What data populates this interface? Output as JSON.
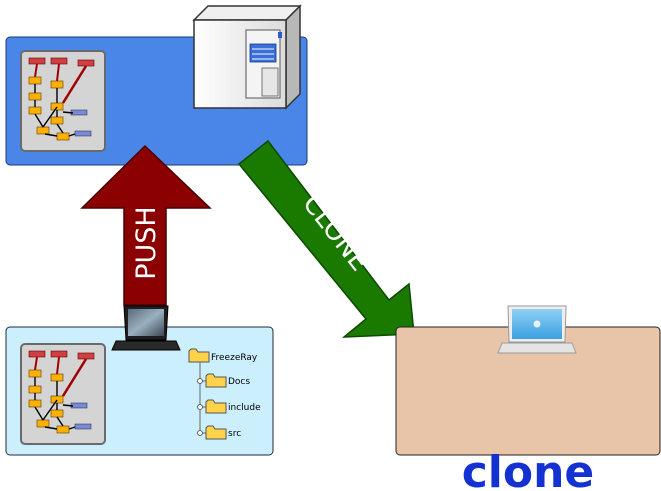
{
  "arrows": {
    "push_label": "PUSH",
    "clone_label": "CLONE"
  },
  "local": {
    "tree": {
      "root": "FreezeRay",
      "children": [
        "Docs",
        "include",
        "src"
      ]
    }
  },
  "caption": "clone",
  "colors": {
    "remote_box": "#4a86e8",
    "local_box": "#cceffd",
    "clone_box": "#e8c4a8",
    "push_arrow": "#8b0000",
    "clone_arrow": "#1a7a00",
    "caption": "#1432d2",
    "folder": "#ffd24a"
  },
  "icons": [
    "server-icon",
    "laptop-icon",
    "macbook-icon",
    "folder-icon",
    "commit-graph-icon"
  ]
}
